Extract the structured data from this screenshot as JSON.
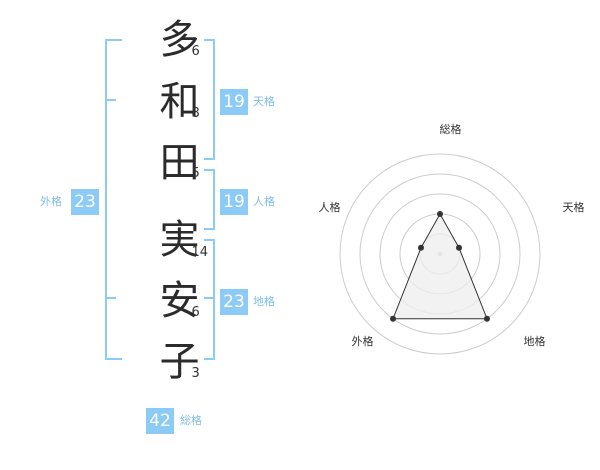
{
  "name_characters": [
    {
      "char": "多",
      "strokes": "6"
    },
    {
      "char": "和",
      "strokes": "8"
    },
    {
      "char": "田",
      "strokes": "5"
    },
    {
      "char": "実",
      "strokes": "14"
    },
    {
      "char": "安",
      "strokes": "6"
    },
    {
      "char": "子",
      "strokes": "3"
    }
  ],
  "fortune": {
    "tenkaku": {
      "value": "19",
      "label": "天格"
    },
    "jinkaku": {
      "value": "19",
      "label": "人格"
    },
    "chikaku": {
      "value": "23",
      "label": "地格"
    },
    "gaikaku": {
      "value": "23",
      "label": "外格"
    },
    "soukaku": {
      "value": "42",
      "label": "総格"
    }
  },
  "radar": {
    "axes": [
      "総格",
      "天格",
      "地格",
      "外格",
      "人格"
    ],
    "values": [
      2,
      1,
      4,
      4,
      1
    ],
    "max": 5,
    "ring_count": 5
  },
  "colors": {
    "accent": "#8ccbf5",
    "badge_bg": "#8ccbf5",
    "label_text": "#7fbde8",
    "radar_line": "#333333",
    "radar_fill": "#eeeeee",
    "ring": "#cccccc"
  }
}
